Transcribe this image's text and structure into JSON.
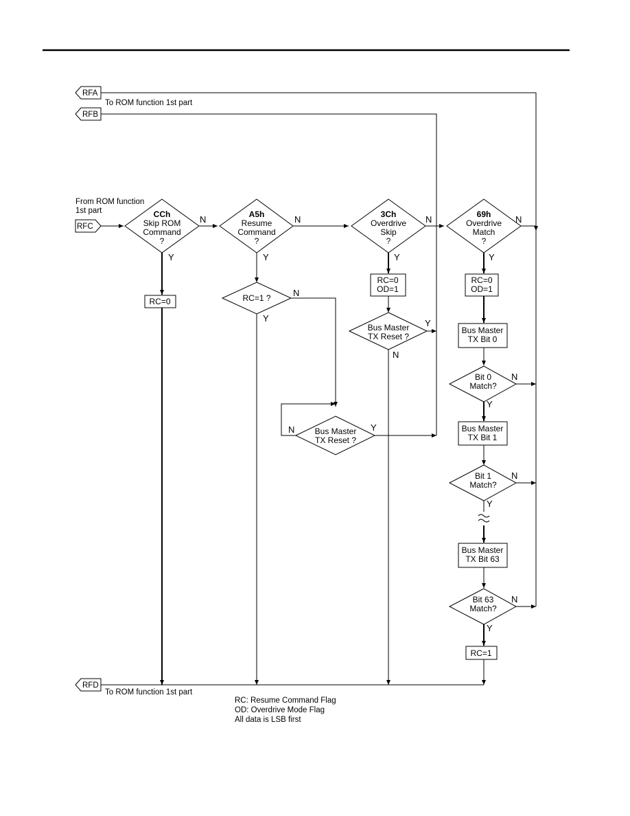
{
  "connectors": {
    "rfa": {
      "label": "RFA",
      "note": "To ROM function 1st part"
    },
    "rfb": {
      "label": "RFB"
    },
    "rfc": {
      "label": "RFC",
      "note_line1": "From ROM function",
      "note_line2": "1st part"
    },
    "rfd": {
      "label": "RFD",
      "note": "To ROM function 1st part"
    }
  },
  "decisions": {
    "skip_rom": {
      "line1": "CCh",
      "line2": "Skip ROM",
      "line3": "Command",
      "line4": "?"
    },
    "resume": {
      "line1": "A5h",
      "line2": "Resume",
      "line3": "Command",
      "line4": "?"
    },
    "od_skip": {
      "line1": "3Ch",
      "line2": "Overdrive",
      "line3": "Skip",
      "line4": "?"
    },
    "od_match": {
      "line1": "69h",
      "line2": "Overdrive",
      "line3": "Match",
      "line4": "?"
    },
    "rc_check": {
      "line1": "RC=1 ?"
    },
    "bm_reset_a": {
      "line1": "Bus Master",
      "line2": "TX Reset ?"
    },
    "bm_reset_b": {
      "line1": "Bus Master",
      "line2": "TX Reset ?"
    },
    "bit0_match": {
      "line1": "Bit 0",
      "line2": "Match?"
    },
    "bit1_match": {
      "line1": "Bit 1",
      "line2": "Match?"
    },
    "bit63_match": {
      "line1": "Bit 63",
      "line2": "Match?"
    }
  },
  "processes": {
    "rc0": {
      "line1": "RC=0"
    },
    "rc0_od1_a": {
      "line1": "RC=0",
      "line2": "OD=1"
    },
    "rc0_od1_b": {
      "line1": "RC=0",
      "line2": "OD=1"
    },
    "tx_bit0": {
      "line1": "Bus Master",
      "line2": "TX Bit 0"
    },
    "tx_bit1": {
      "line1": "Bus Master",
      "line2": "TX Bit 1"
    },
    "tx_bit63": {
      "line1": "Bus Master",
      "line2": "TX Bit 63"
    },
    "rc1": {
      "line1": "RC=1"
    }
  },
  "branch_labels": {
    "yes": "Y",
    "no": "N"
  },
  "legend": {
    "line1": "RC: Resume Command Flag",
    "line2": "OD: Overdrive Mode Flag",
    "line3": "All data is LSB first"
  }
}
